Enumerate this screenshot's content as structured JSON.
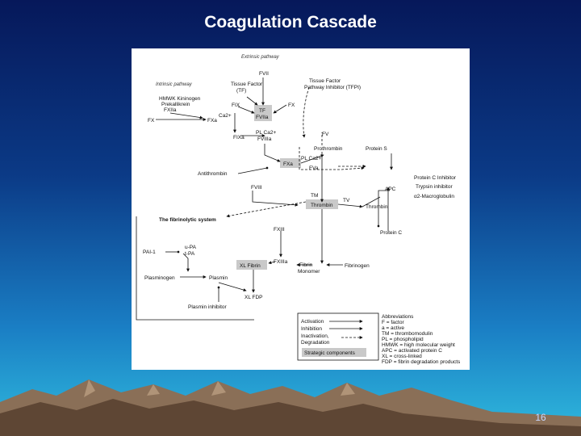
{
  "slide": {
    "title": "Coagulation Cascade",
    "page_number": "16"
  },
  "diagram": {
    "labels": {
      "extrinsic": "Extrinsic pathway",
      "intrinsic": "Intrinsic pathway",
      "fvii": "FVII",
      "tissue_factor_1": "Tissue Factor",
      "tissue_factor_2": "(TF)",
      "tfpi_1": "Tissue Factor",
      "tfpi_2": "Pathway Inhibitor (TFPI)",
      "hmwk_1": "HMWK Kininogen",
      "hmwk_2": "Prekallikrein",
      "fxii": "FXIIa",
      "fx_left": "FX",
      "fxa_left": "FXa",
      "fix": "FIX",
      "fixa": "FIXa",
      "ca": "Ca2+",
      "tf_box_1": "TF",
      "tf_box_2": "FVIIa",
      "fx_right": "FX",
      "pl_ca_1": "PL Ca2+",
      "pl_ca_2": "FVIIIa",
      "fxa_mid": "FXa",
      "fv": "FV",
      "prothrombin": "Prothrombin",
      "protein_s": "Protein S",
      "pl_ca_3": "PL Ca2+",
      "fxa_box": "FXa",
      "fva": "FVa",
      "antithrombin": "Antithrombin",
      "fviii": "FVIII",
      "protein_c_inhibitor": "Protein C Inhibitor",
      "trypsin_inhibitor": "Trypsin inhibitor",
      "macroglobulin": "α2-Macroglobulin",
      "apc": "APC",
      "thrombin_box": "Thrombin",
      "tm": "TM",
      "tv": "TV",
      "thrombin_r": "Thrombin",
      "fibrinolytic_heading": "The fibrinolytic system",
      "fxiii": "FXIII",
      "protein_c": "Protein C",
      "pai": "PAI-1",
      "upa": "u-PA",
      "tpa": "t-PA",
      "xl_fibrin": "XL Fibrin",
      "fxiiia": "FXIIIa",
      "fibrin_1": "Fibrin",
      "fibrin_2": "Monomer",
      "fibrinogen": "Fibrinogen",
      "plasminogen": "Plasminogen",
      "plasmin": "Plasmin",
      "xl_fdp": "XL FDP",
      "plasmin_inhibitor": "Plasmin inhibitor"
    },
    "legend": {
      "activation": "Activation",
      "inhibition": "Inhibition",
      "inactivation": "Inactivation,",
      "degradation": "Degradation",
      "strategic": "Strategic components"
    },
    "abbreviations": [
      "Abbreviations",
      "F = factor",
      "a = active",
      "TM = thrombomodulin",
      "PL = phospholipid",
      "HMWK = high molecular weight",
      "APC = activated protein C",
      "XL = cross-linked",
      "FDP = fibrin degradation products"
    ]
  }
}
